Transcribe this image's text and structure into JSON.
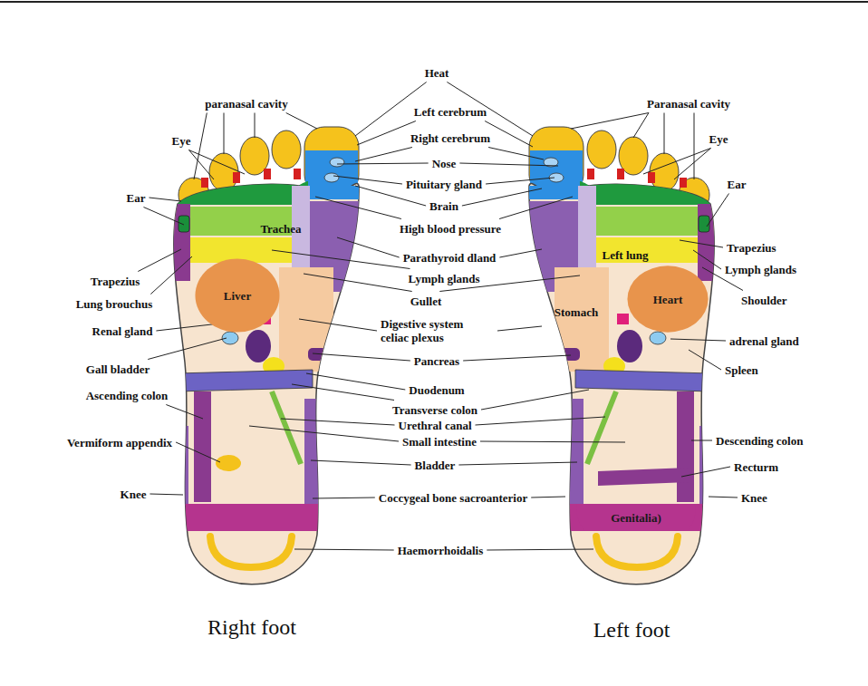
{
  "diagram": {
    "nodes": [
      {
        "text": [
          "Liver"
        ]
      },
      {
        "text": [
          "Heart"
        ]
      },
      {
        "text": [
          "Genitalia)"
        ]
      }
    ],
    "labels": [
      "Heat",
      "paranasal cavity",
      "Paranasal cavity",
      "Left cerebrum",
      "Right cerebrum",
      "Eye",
      "Eye",
      "Nose",
      "Pituitary gland",
      "Ear",
      "Ear",
      "Brain",
      "High blood pressure",
      "Trachea",
      "Trapezius",
      "Left lung",
      "Parathyroid dland",
      "Lymph glands",
      "Lymph glands",
      "Trapezius",
      "Gullet",
      "Shoulder",
      "Lung brouchus",
      "Stomach",
      "Renal gland",
      "Digestive system celiac plexus",
      "adrenal gland",
      "Pancreas",
      "Gall bladder",
      "Spleen",
      "Duodenum",
      "Ascending colon",
      "Transverse colon",
      "Urethral canal",
      "Descending colon",
      "Small intestine",
      "Vermiform appendix",
      "Bladder",
      "Recturm",
      "Knee",
      "Coccygeal bone sacroanterior",
      "Knee",
      "Haemorrhoidalis",
      "Right foot",
      "Left foot"
    ]
  }
}
